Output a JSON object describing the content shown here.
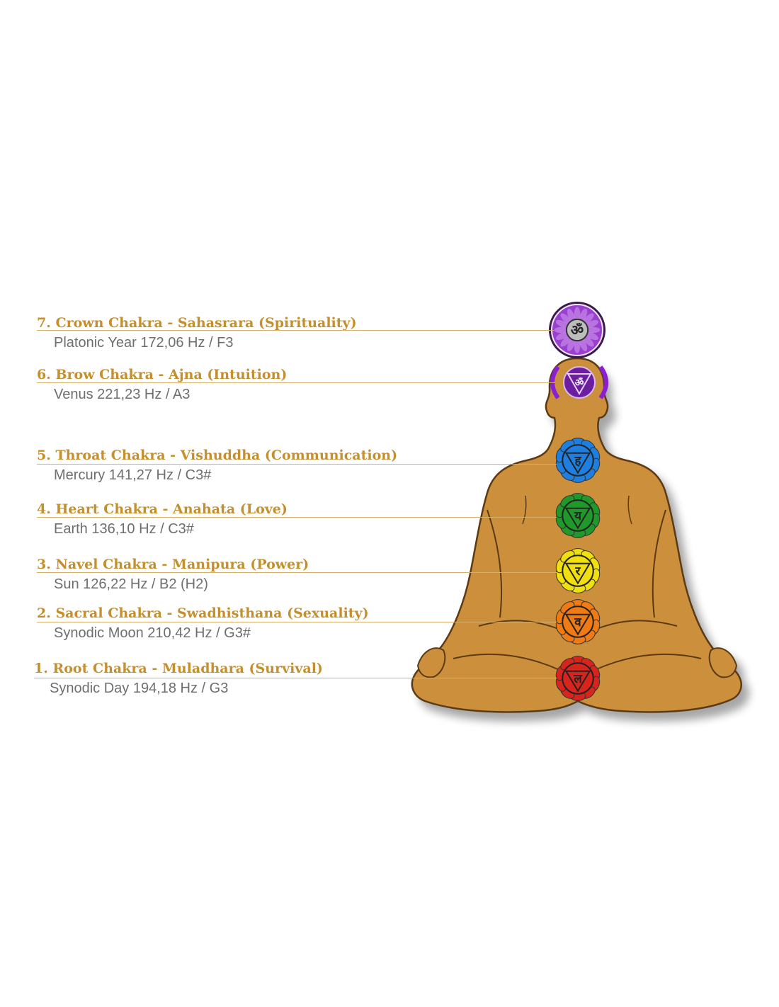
{
  "accent_color": "#c48f2c",
  "body_color": "#cc8f3a",
  "chakras": [
    {
      "id": "crown",
      "title": "7. Crown Chakra - Sahasrara (Spirituality)",
      "detail": "Platonic Year 172,06 Hz / F3",
      "color": "#9b3fd0",
      "glyph": "ॐ",
      "icon": "crown-chakra-icon"
    },
    {
      "id": "brow",
      "title": "6. Brow Chakra - Ajna (Intuition)",
      "detail": "Venus 221,23 Hz / A3",
      "color": "#8a1fd6",
      "glyph": "ॐ",
      "icon": "brow-chakra-icon"
    },
    {
      "id": "throat",
      "title": "5. Throat Chakra - Vishuddha (Communication)",
      "detail": "Mercury 141,27 Hz / C3#",
      "color": "#1e7fe0",
      "glyph": "ह",
      "icon": "throat-chakra-icon"
    },
    {
      "id": "heart",
      "title": "4. Heart Chakra - Anahata (Love)",
      "detail": "Earth 136,10 Hz / C3#",
      "color": "#1f9a2a",
      "glyph": "य",
      "icon": "heart-chakra-icon"
    },
    {
      "id": "navel",
      "title": "3. Navel Chakra - Manipura (Power)",
      "detail": "Sun 126,22 Hz / B2 (H2)",
      "color": "#f0e010",
      "glyph": "र",
      "icon": "navel-chakra-icon"
    },
    {
      "id": "sacral",
      "title": "2. Sacral Chakra - Swadhisthana (Sexuality)",
      "detail": "Synodic Moon 210,42 Hz / G3#",
      "color": "#f07a14",
      "glyph": "व",
      "icon": "sacral-chakra-icon"
    },
    {
      "id": "root",
      "title": "1. Root Chakra - Muladhara (Survival)",
      "detail": "Synodic Day 194,18 Hz / G3",
      "color": "#d8241c",
      "glyph": "ल",
      "icon": "root-chakra-icon"
    }
  ]
}
